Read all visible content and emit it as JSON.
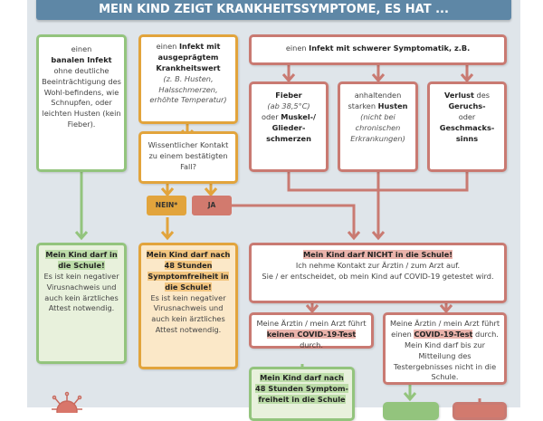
{
  "title": "MEIN KIND ZEIGT KRANKHEITSSYMPTOME, ES HAT ...",
  "mild": {
    "l1": "einen",
    "l2": "banalen Infekt",
    "l3": "ohne deutliche Beeinträchtigung des Wohl-befindens, wie Schnupfen, oder leichten Husten (kein Fieber)."
  },
  "moderate": {
    "l1": "einen ",
    "l1b": "Infekt mit ausgeprägtem Krankheitswert",
    "l2": "(z. B. Husten, Halsschmerzen, erhöhte Temperatur)"
  },
  "contact_question": "Wissentlicher Kontakt zu einem bestätigten Fall?",
  "nein": "NEIN*",
  "ja": "JA",
  "severe": {
    "l1": "einen ",
    "l1b": "Infekt mit schwerer Symptomatik, z.B."
  },
  "fever": {
    "a": "Fieber",
    "b": "(ab 38,5°C)",
    "c": "oder ",
    "d": "Muskel-/ Glieder-schmerzen"
  },
  "cough": {
    "a": "anhaltenden starken ",
    "b": "Husten",
    "c": "(nicht bei chronischen Erkrankungen)"
  },
  "smell": {
    "a": "Verlust",
    "b": " des ",
    "c": "Geruchs-",
    "d": "oder",
    "e": "Geschmacks-sinns"
  },
  "result_green": {
    "h": "Mein Kind darf in die Schule!",
    "t": "Es ist kein negativer Virusnachweis und auch kein ärztliches Attest notwendig."
  },
  "result_orange": {
    "h": "Mein Kind darf nach 48 Stunden Symptomfreiheit in die Schule!",
    "t": "Es ist kein negativer Virusnachweis und auch kein ärztliches Attest notwendig."
  },
  "result_red": {
    "h": "Mein Kind darf NICHT in die Schule!",
    "t1": "Ich nehme Kontakt zur Ärztin / zum Arzt auf.",
    "t2": "Sie / er entscheidet, ob mein Kind auf COVID-19 getestet wird."
  },
  "no_test": {
    "a": "Meine Ärztin / mein Arzt führt ",
    "b": "keinen COVID-19-Test",
    "c": " durch."
  },
  "test": {
    "a": "Meine Ärztin / mein Arzt führt einen ",
    "b": "COVID-19-Test",
    "c": " durch.",
    "d": "Mein Kind darf bis zur Mitteilung des Testergebnisses nicht in die Schule."
  },
  "after_no_test": "Mein Kind darf nach 48 Stunden Symptom-freiheit in die Schule",
  "colors": {
    "green": "#93c47d",
    "orange": "#e2a43c",
    "red": "#c97a72",
    "title": "#5e87a6"
  }
}
